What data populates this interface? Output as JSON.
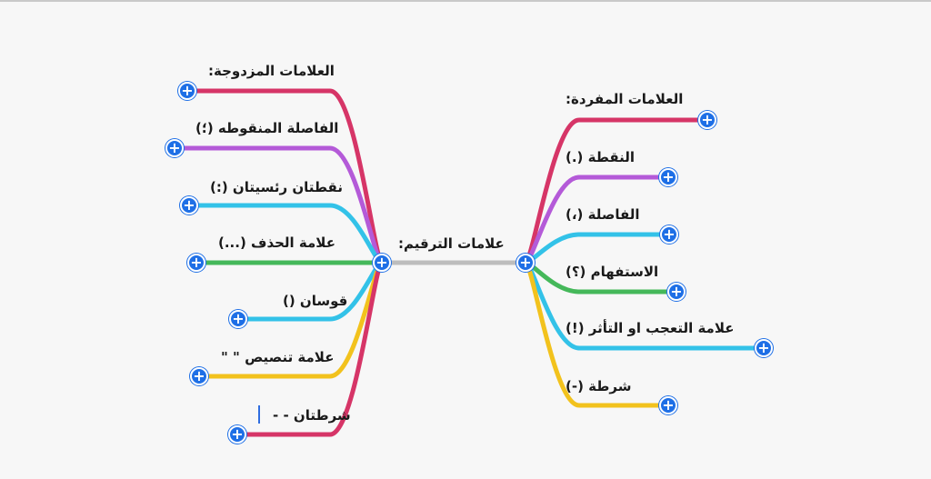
{
  "root": {
    "label": "علامات الترقيم:"
  },
  "colors": {
    "pink": "#d63567",
    "purple": "#b45ad8",
    "cyan": "#33c2e8",
    "green": "#45b85a",
    "yellow": "#f2c21d",
    "trunk": "#bdbdbd",
    "expand": "#1e6fe6"
  },
  "icons": {
    "expand": "plus-icon"
  },
  "expand_symbol": "+",
  "left": {
    "items": [
      {
        "label": "العلامات المزدوجة:",
        "color": "pink"
      },
      {
        "label": "الفاصلة المنقوطه (؛)",
        "color": "purple"
      },
      {
        "label": "نقطتان رئسيتان (:)",
        "color": "cyan"
      },
      {
        "label": "علامة الحذف (...)",
        "color": "green"
      },
      {
        "label": "قوسان ()",
        "color": "cyan"
      },
      {
        "label": "علامة تنصيص \" \"",
        "color": "yellow"
      },
      {
        "label": "شرطتان - -",
        "color": "pink"
      }
    ]
  },
  "right": {
    "items": [
      {
        "label": "العلامات المفردة:",
        "color": "pink"
      },
      {
        "label": "النقطة (.)",
        "color": "purple"
      },
      {
        "label": "الفاصلة (،)",
        "color": "cyan"
      },
      {
        "label": "الاستفهام (؟)",
        "color": "green"
      },
      {
        "label": "علامة التعجب او التأثر (!)",
        "color": "cyan"
      },
      {
        "label": "شرطة (-)",
        "color": "yellow"
      }
    ]
  }
}
